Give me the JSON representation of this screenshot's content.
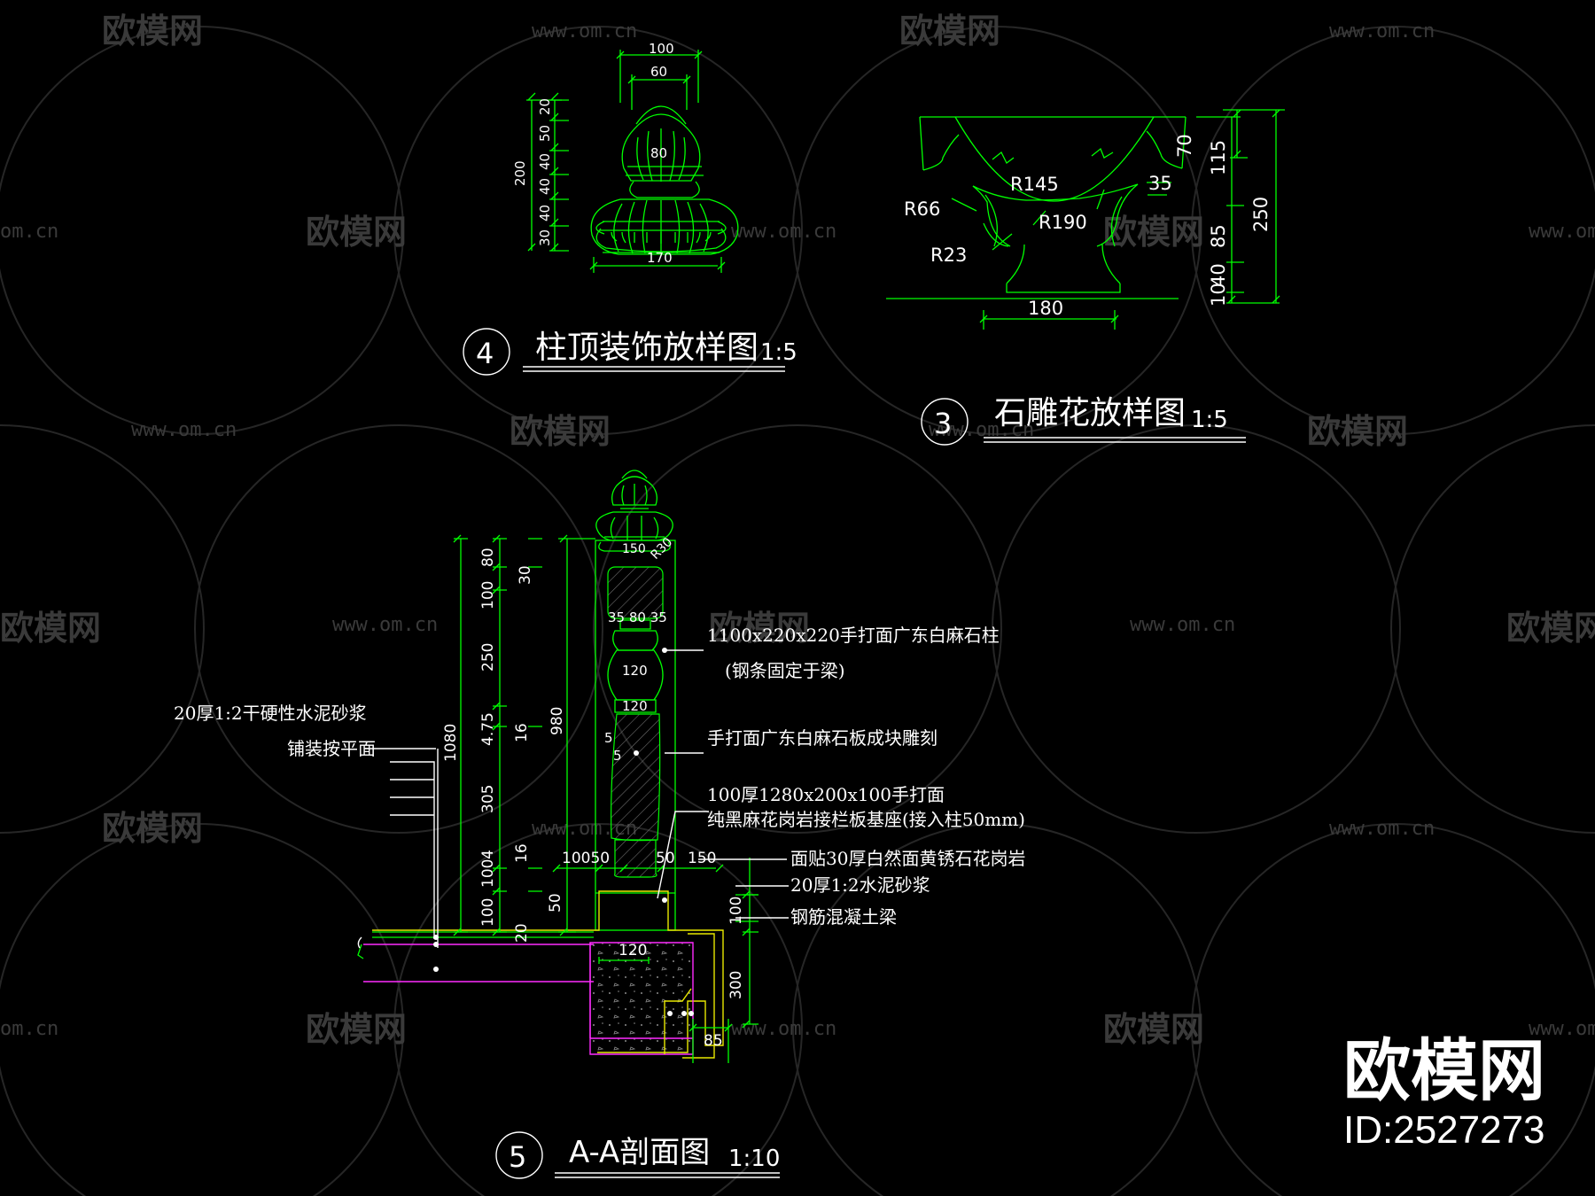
{
  "watermark": {
    "logo_text": "欧模网",
    "url_text": "www.om.cn",
    "url_short": "om.cn"
  },
  "brand": {
    "logo": "欧模网",
    "id": "ID:2527273"
  },
  "detail4": {
    "circle_no": "4",
    "title": "柱顶装饰放样图",
    "scale": "1:5",
    "dims": {
      "top_w": "100",
      "inner_w": "60",
      "mid_w": "80",
      "base_w": "170",
      "total_h": "200",
      "h_stack": [
        "20",
        "50",
        "40",
        "40",
        "40",
        "30"
      ]
    }
  },
  "detail3": {
    "circle_no": "3",
    "title": "石雕花放样图",
    "scale": "1:5",
    "dims": {
      "r145": "R145",
      "r66": "R66",
      "r190": "R190",
      "r23": "R23",
      "d35": "35",
      "d70": "70",
      "d115": "115",
      "d250": "250",
      "d85": "85",
      "d40": "40",
      "d10": "10",
      "base": "180"
    }
  },
  "detail5": {
    "circle_no": "5",
    "title": "A-A剖面图",
    "scale": "1:10",
    "dims": {
      "w150": "150",
      "r30": "R30",
      "d353535": "35 80 35",
      "d120a": "120",
      "d120b": "120",
      "d5a": "5",
      "d5b": "5",
      "d80": "80",
      "d30": "30",
      "d100a": "100",
      "d250": "250",
      "d475": "4.75",
      "d16a": "16",
      "d305": "305",
      "d4": "4",
      "d16b": "16",
      "d100b": "100",
      "d100c": "100",
      "d50a": "50",
      "d20": "20",
      "d1080": "1080",
      "d980": "980",
      "d10050": "10050",
      "d50": "50",
      "d150": "150",
      "d100d": "100",
      "d120c": "120",
      "d300": "300",
      "d85": "85"
    },
    "notes": {
      "n1": "1100x220x220手打面广东白麻石柱",
      "n2": "(钢条固定于梁)",
      "n3": "手打面广东白麻石板成块雕刻",
      "n4": "100厚1280x200x100手打面",
      "n5": "纯黑麻花岗岩接栏板基座(接入柱50mm)",
      "n6": "面贴30厚白然面黄锈石花岗岩",
      "n7": "20厚1:2水泥砂浆",
      "n8": "钢筋混凝土梁",
      "n9": "20厚1:2干硬性水泥砂浆",
      "n10": "铺装按平面"
    }
  }
}
